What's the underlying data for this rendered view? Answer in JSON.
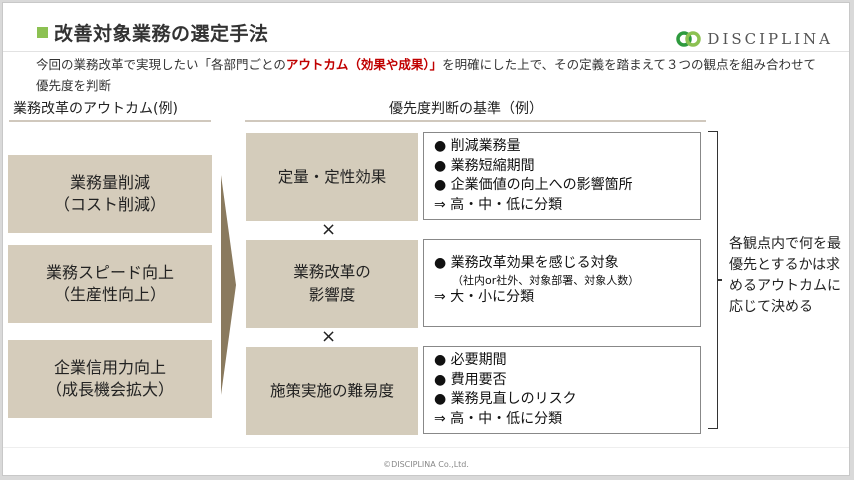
{
  "header": {
    "title": "改善対象業務の選定手法",
    "logo_text": "DISCIPLINA",
    "accent_color": "#8cc152"
  },
  "intro": {
    "part1": "今回の業務改革で実現したい「各部門ごとの",
    "highlight": "アウトカム（効果や成果）」",
    "part2": "を明確にした上で、その定義を踏まえて３つの観点を組み合わせて優先度を判断",
    "highlight_color": "#c00000"
  },
  "left_section": {
    "heading": "業務改革のアウトカム(例)",
    "outcomes": [
      {
        "line1": "業務量削減",
        "line2": "（コスト削減）"
      },
      {
        "line1": "業務スピード向上",
        "line2": "（生産性向上）"
      },
      {
        "line1": "企業信用力向上",
        "line2": "（成長機会拡大）"
      }
    ]
  },
  "right_section": {
    "heading": "優先度判断の基準（例）",
    "multiply_symbol": "×",
    "criteria": [
      {
        "name_line1": "定量・定性効果",
        "name_line2": "",
        "bullets": [
          "● 削減業務量",
          "● 業務短縮期間",
          "● 企業価値の向上への影響箇所"
        ],
        "note": "",
        "result": "⇒ 高・中・低に分類"
      },
      {
        "name_line1": "業務改革の",
        "name_line2": "影響度",
        "bullets": [
          "● 業務改革効果を感じる対象"
        ],
        "note": "（社内or社外、対象部署、対象人数）",
        "result": "⇒ 大・小に分類"
      },
      {
        "name_line1": "施策実施の難易度",
        "name_line2": "",
        "bullets": [
          "● 必要期間",
          "● 費用要否",
          "● 業務見直しのリスク"
        ],
        "note": "",
        "result": "⇒ 高・中・低に分類"
      }
    ],
    "bracket_note": "各観点内で何を最優先とするかは求めるアウトカムに応じて決める"
  },
  "footer": {
    "copyright": "©DISCIPLINA Co.,Ltd."
  }
}
